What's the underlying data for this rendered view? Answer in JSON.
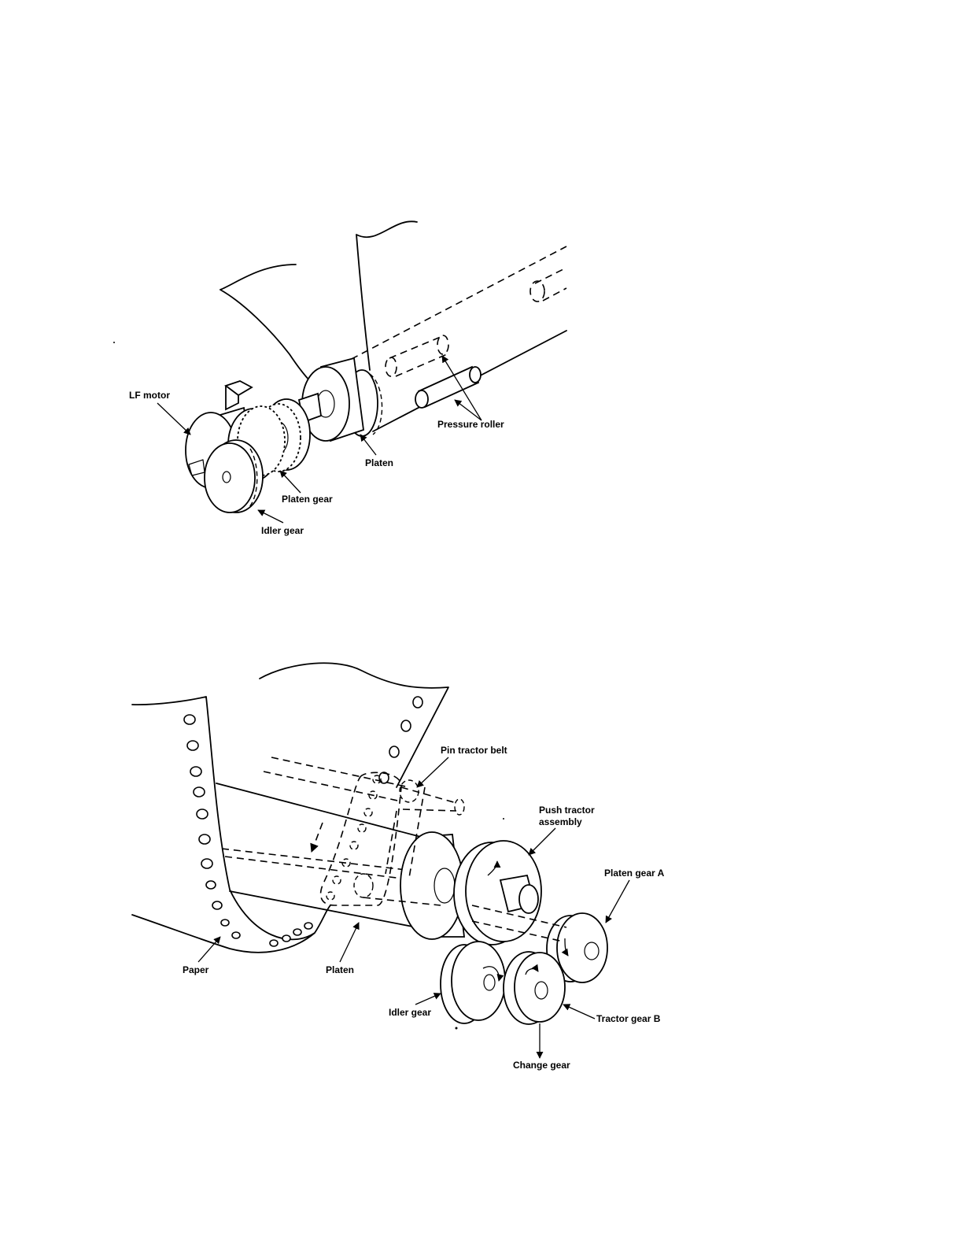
{
  "figure_top": {
    "labels": {
      "lf_motor": "LF motor",
      "pressure_roller": "Pressure roller",
      "platen": "Platen",
      "platen_gear": "Platen gear",
      "idler_gear": "Idler gear"
    }
  },
  "figure_bottom": {
    "labels": {
      "pin_tractor_belt": "Pin tractor belt",
      "push_tractor_line1": "Push tractor",
      "push_tractor_line2": "assembly",
      "platen_gear_a": "Platen gear A",
      "paper": "Paper",
      "platen": "Platen",
      "idler_gear": "Idler gear",
      "tractor_gear_b": "Tractor gear B",
      "change_gear": "Change gear"
    }
  }
}
